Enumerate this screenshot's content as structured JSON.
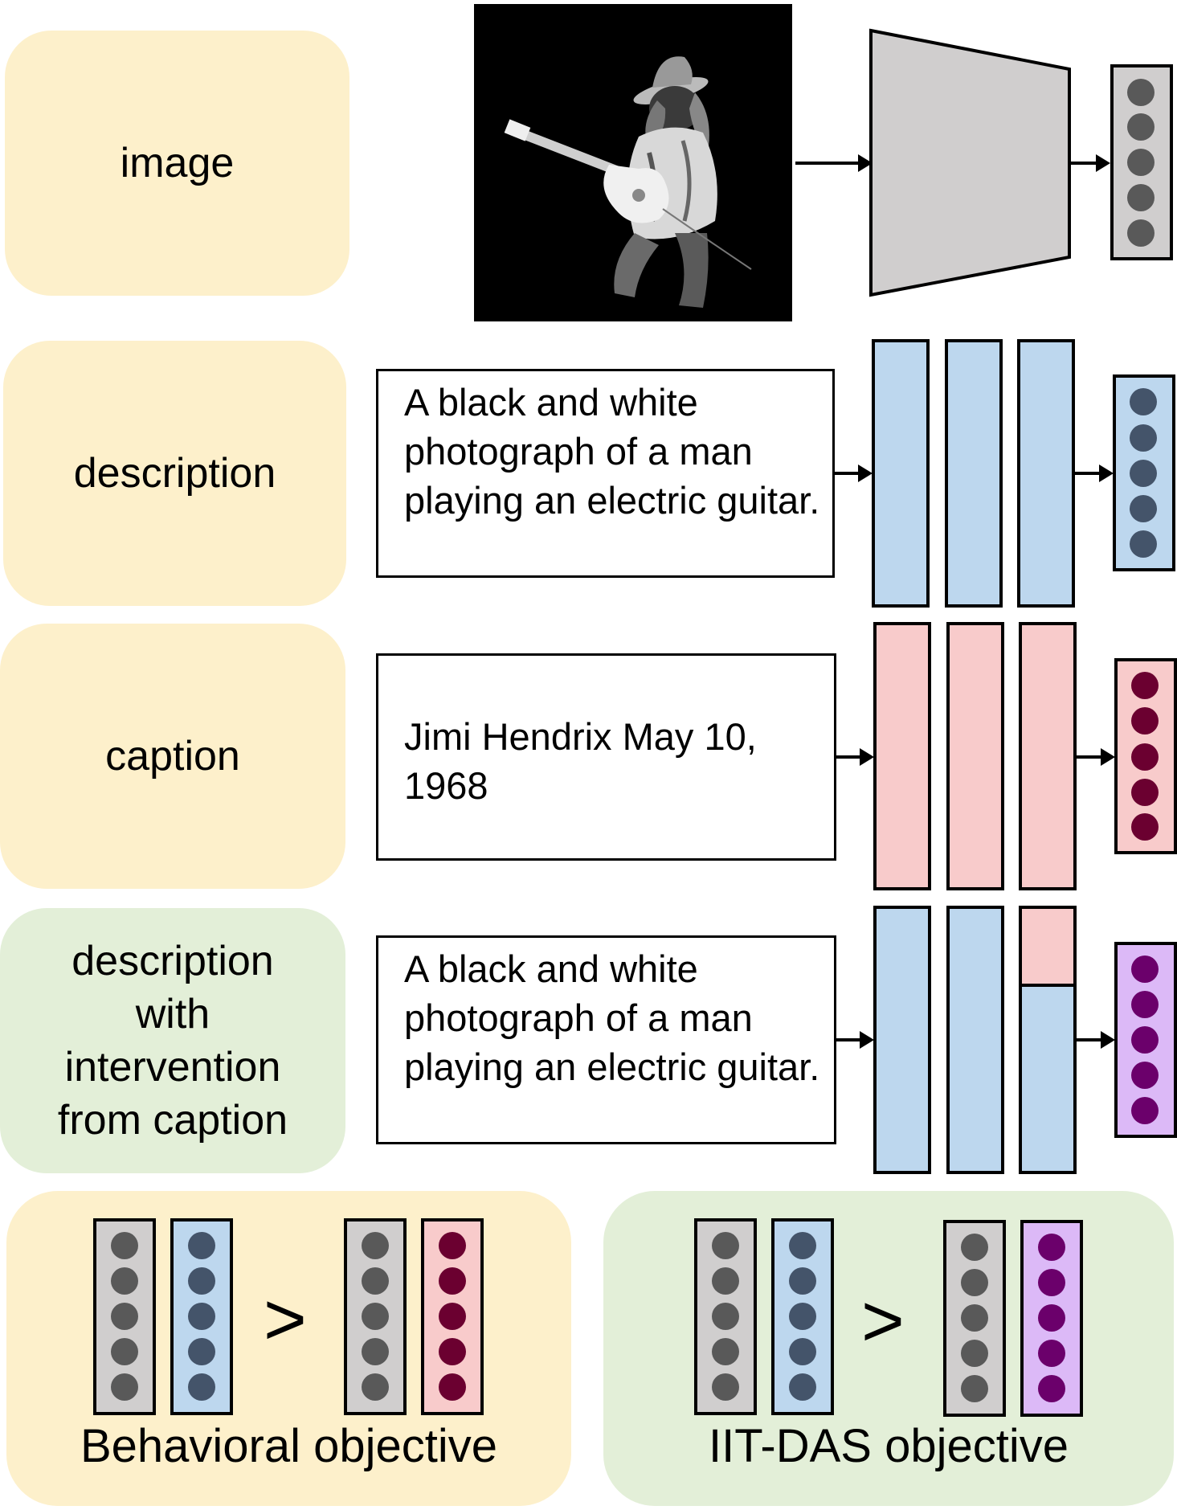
{
  "rows": {
    "image": {
      "label": "image"
    },
    "description": {
      "label": "description",
      "text": "A black and white photograph of a man playing an electric guitar."
    },
    "caption": {
      "label": "caption",
      "text": "Jimi Hendrix May 10, 1968"
    },
    "intervention": {
      "label_lines": [
        "description",
        "with",
        "intervention",
        "from caption"
      ],
      "text": "A black and white photograph of a man playing an electric guitar."
    }
  },
  "objectives": {
    "behavioral": {
      "label": "Behavioral objective",
      "comparator": ">"
    },
    "iit_das": {
      "label": "IIT-DAS objective",
      "comparator": ">"
    }
  },
  "colors": {
    "yellow_panel": "#fdf0cb",
    "green_panel": "#e3efd8",
    "gray_fill": "#d0cece",
    "gray_dot": "#595959",
    "blue_fill": "#bdd7ee",
    "blue_dot": "#44546a",
    "pink_fill": "#f8cbcb",
    "maroon_dot": "#6b0030",
    "purple_fill": "#dcb9f7",
    "purple_dot": "#6b006b"
  },
  "photo": {
    "icon": "guitarist-photo"
  }
}
